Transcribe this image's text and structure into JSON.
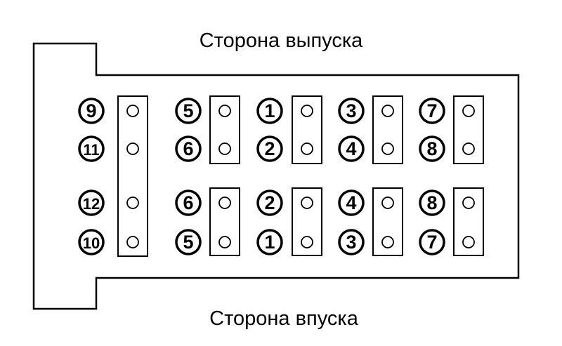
{
  "labels": {
    "top": "Сторона выпуска",
    "bottom": "Сторона впуска"
  },
  "sequence": {
    "left_column": [
      "9",
      "11",
      "12",
      "10"
    ],
    "upper_rows": [
      [
        "5",
        "6"
      ],
      [
        "1",
        "2"
      ],
      [
        "3",
        "4"
      ],
      [
        "7",
        "8"
      ]
    ],
    "lower_rows": [
      [
        "6",
        "5"
      ],
      [
        "2",
        "1"
      ],
      [
        "4",
        "3"
      ],
      [
        "8",
        "7"
      ]
    ]
  },
  "colors": {
    "line": "#000000",
    "background": "#ffffff"
  }
}
